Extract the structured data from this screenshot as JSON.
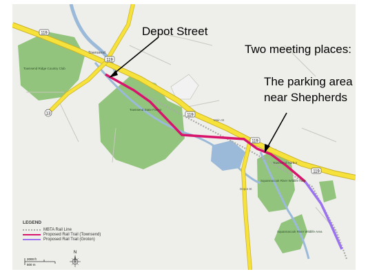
{
  "callouts": {
    "depot": "Depot Street",
    "meeting": "Two meeting places:",
    "parking_line1": "The parking area",
    "parking_line2": "near Shepherds"
  },
  "place_labels": {
    "townsend": "Townsend",
    "townsend_ridge_cc": "Townsend Ridge Country Club",
    "townsend_state_forest": "Townsend State Forest",
    "squannacook_wma_1": "Squannacook River Wildlife Area",
    "squannacook_wma_2": "Squannacook River Wildlife Area",
    "townsend_harbor": "Townsend Harbor",
    "route_119": "119",
    "route_13": "13",
    "main_st": "Main St",
    "depot_st": "Depot St"
  },
  "legend": {
    "title": "LEGEND",
    "items": [
      {
        "label": "MBTA Rail Line",
        "color": "#a8a8a8",
        "style": "dotted"
      },
      {
        "label": "Proposed Rail Trail (Townsend)",
        "color": "#d8136b",
        "style": "solid"
      },
      {
        "label": "Proposed Rail Trail (Groton)",
        "color": "#9b72f0",
        "style": "solid"
      }
    ]
  },
  "scale": {
    "top": "2000 ft",
    "bottom": "500 m"
  },
  "north": "N",
  "colors": {
    "road": "#f6e23a",
    "road_edge": "#c9b32a",
    "forest": "#93c47d",
    "water": "#9bb9d9",
    "trail_townsend": "#d8136b",
    "trail_groton": "#9b72f0",
    "map_bg": "#eeeeea"
  }
}
